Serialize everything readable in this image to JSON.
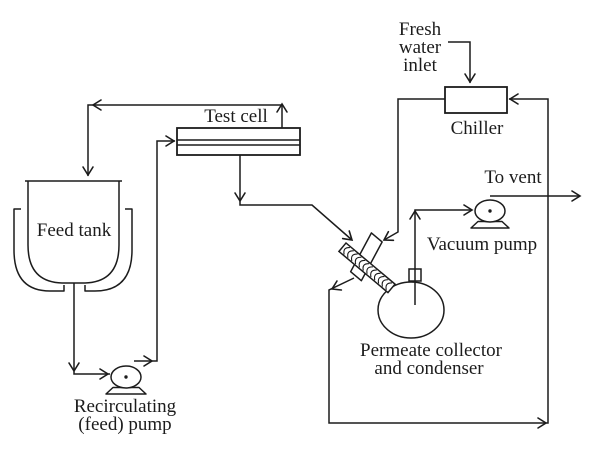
{
  "labels": {
    "fresh_water_inlet": [
      "Fresh",
      "water",
      "inlet"
    ],
    "chiller": "Chiller",
    "test_cell": "Test cell",
    "to_vent": "To vent",
    "vacuum_pump": "Vacuum pump",
    "feed_tank": "Feed tank",
    "permeate_collector": [
      "Permeate collector",
      "and condenser"
    ],
    "recirculating_pump": [
      "Recirculating",
      "(feed) pump"
    ]
  },
  "colors": {
    "line": "#1c1c1c",
    "background": "#ffffff"
  }
}
